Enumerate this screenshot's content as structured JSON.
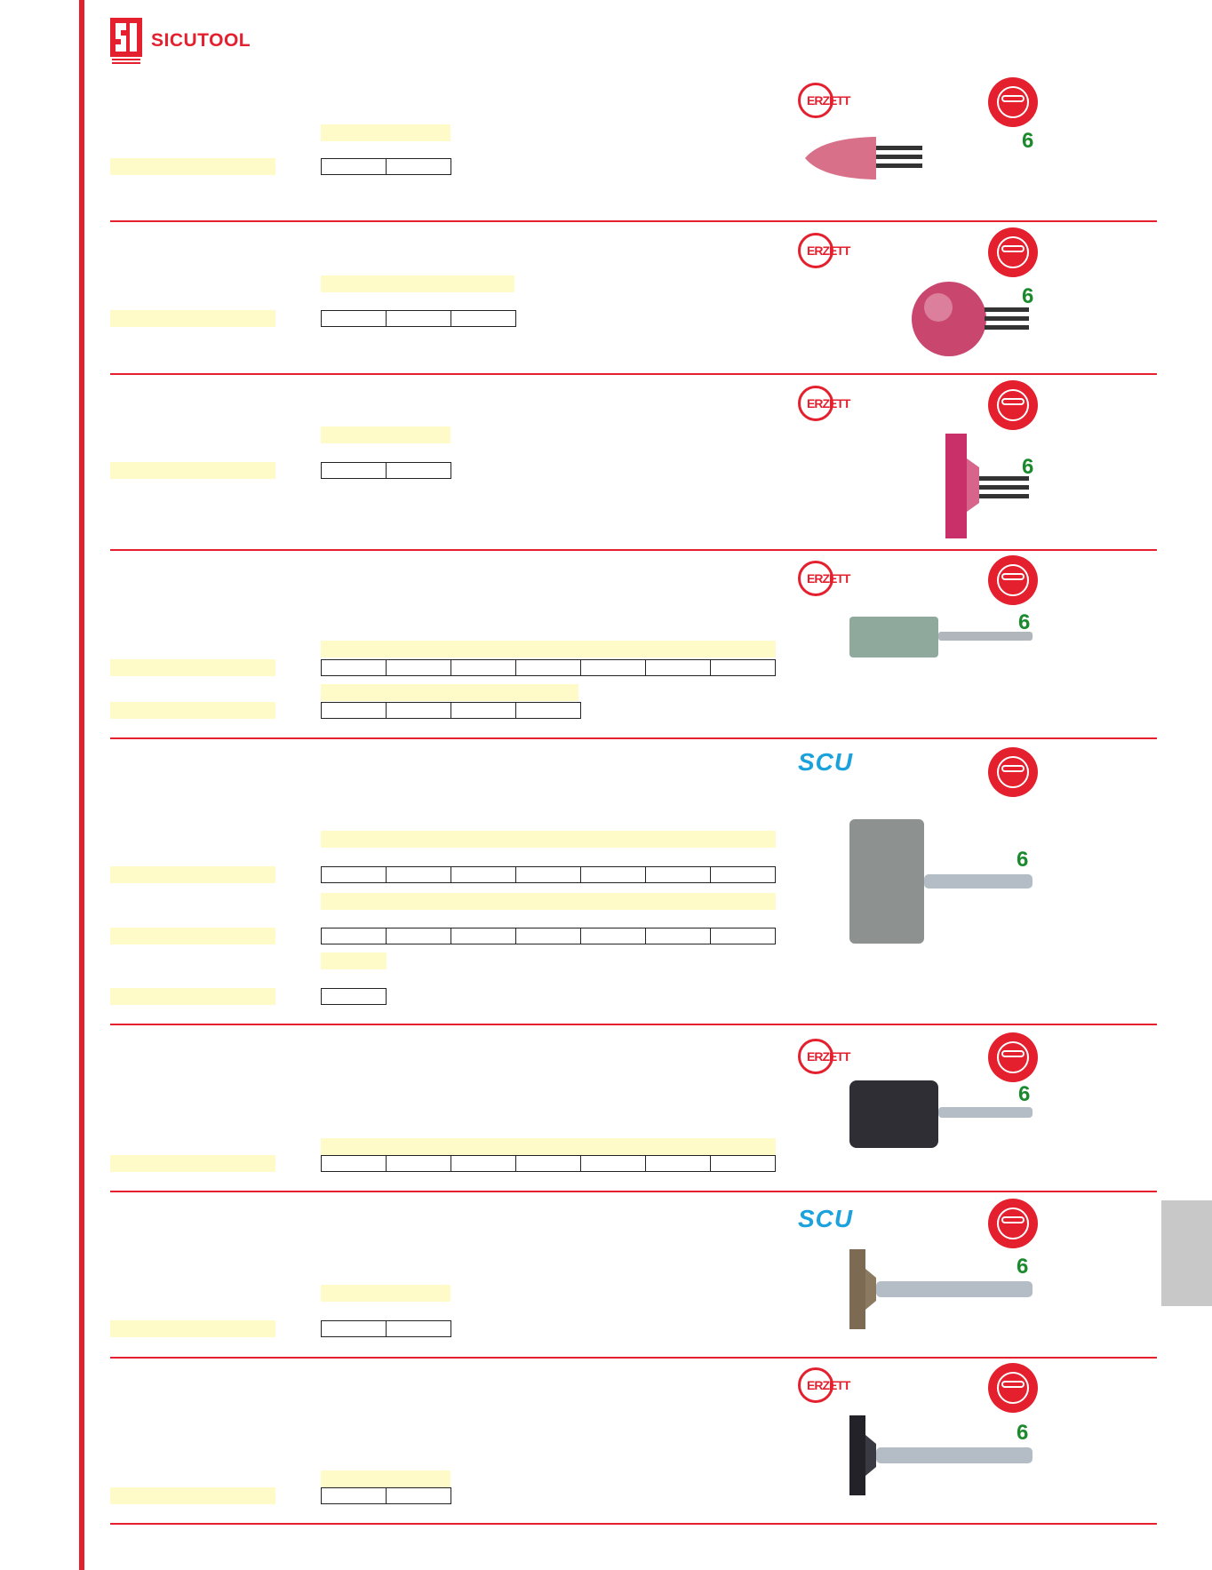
{
  "header": {
    "brand": "SICUTOOL"
  },
  "icons": {
    "safety": "safety-goggles-icon",
    "erzett": "erzett-logo",
    "scu": "scu-logo"
  },
  "colors": {
    "accent": "#e4202e",
    "highlight": "#fffbc8",
    "scu_blue": "#1ba2dc",
    "shank_green": "#1a8a2c"
  },
  "sections": [
    {
      "brand": "ERZETT",
      "shank": "6",
      "tool": "pink-cone"
    },
    {
      "brand": "ERZETT",
      "shank": "6",
      "tool": "pink-ball"
    },
    {
      "brand": "ERZETT",
      "shank": "6",
      "tool": "pink-disc"
    },
    {
      "brand": "ERZETT",
      "shank": "6",
      "tool": "green-cylinder"
    },
    {
      "brand": "SCU",
      "shank": "6",
      "tool": "grey-cylinder-large"
    },
    {
      "brand": "ERZETT",
      "shank": "6",
      "tool": "dark-cylinder"
    },
    {
      "brand": "SCU",
      "shank": "6",
      "tool": "rust-disc"
    },
    {
      "brand": "ERZETT",
      "shank": "6",
      "tool": "dark-disc"
    }
  ]
}
